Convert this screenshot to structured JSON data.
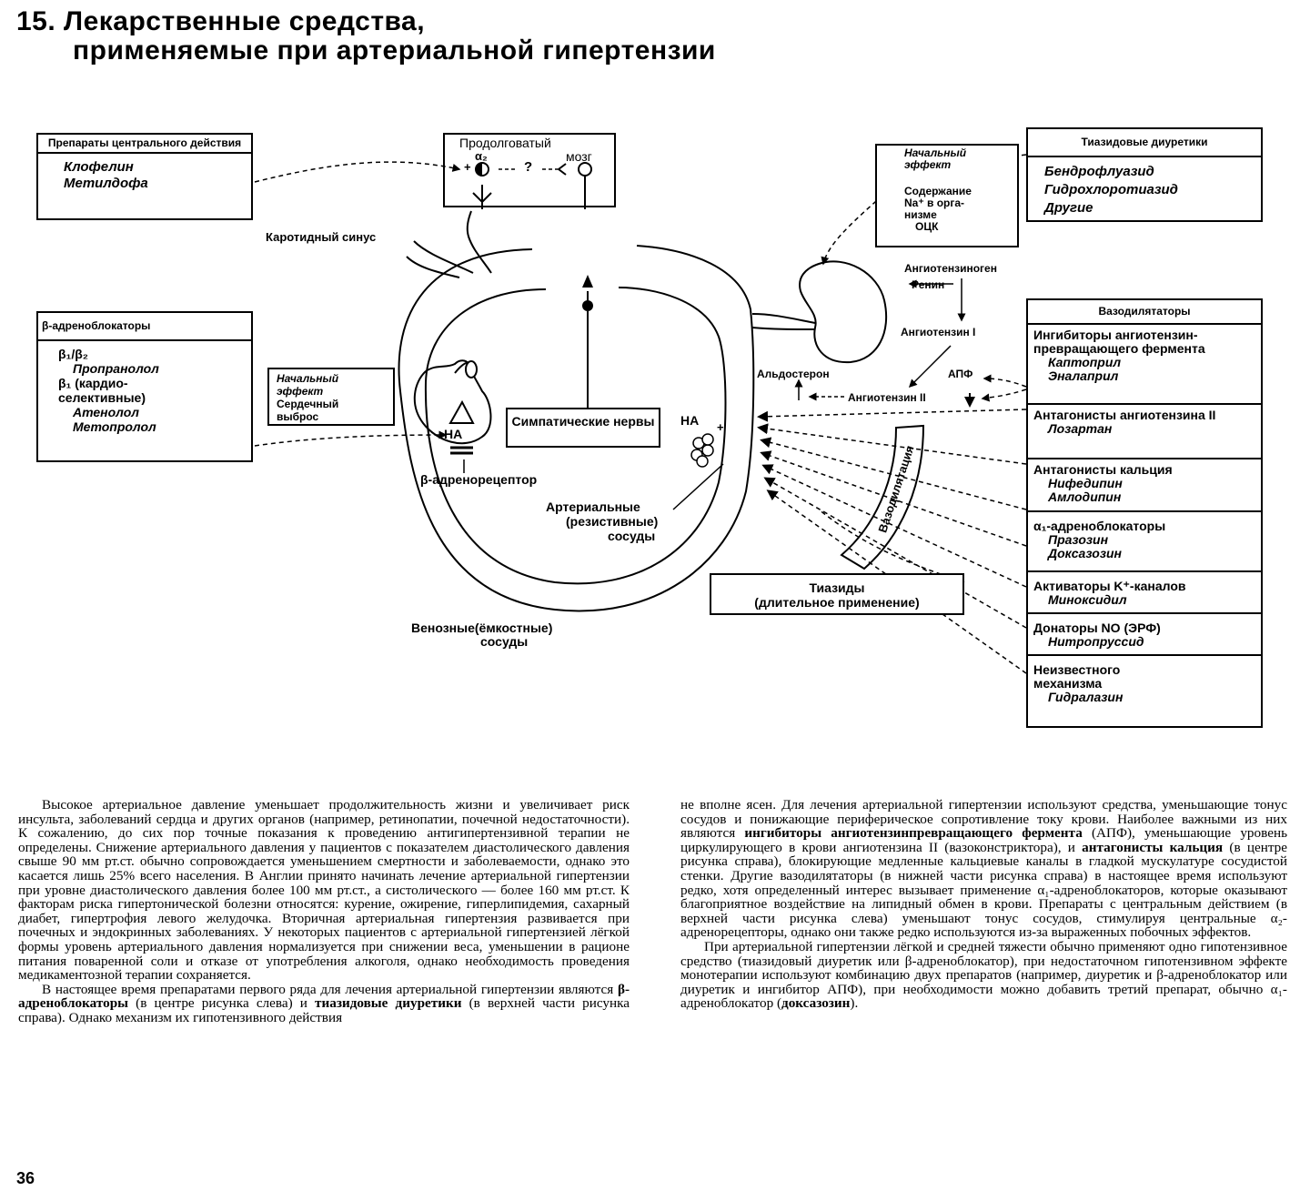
{
  "title": {
    "line1": "15. Лекарственные средства,",
    "line2": "применяемые при артериальной гипертензии"
  },
  "central": {
    "header": "Препараты центрального действия",
    "drugs": [
      "Клофелин",
      "Метилдофа"
    ]
  },
  "beta": {
    "header": "β-адреноблокаторы",
    "group1": "β₁/β₂",
    "drug1": "Пропранолол",
    "group2": "β₁ (кардио-селективные)",
    "drug2": "Атенолол",
    "drug3": "Метопролол"
  },
  "heart_effect": {
    "line1": "Начальный",
    "line2": "эффект",
    "line3": "Сердечный",
    "line4": "выброс"
  },
  "brain": {
    "label1": "Продолговатый",
    "label2": "мозг",
    "alpha": "α₂",
    "question": "?"
  },
  "labels": {
    "carotid": "Каротидный синус",
    "na_left": "НА",
    "na_right": "НА",
    "beta_receptor": "β-адренорецептор",
    "sympathetic": "Симпатические нервы",
    "arterial1": "Артериальные",
    "arterial2": "(резистивные)",
    "arterial3": "сосуды",
    "venous1": "Венозные(ёмкостные)",
    "venous2": "сосуды",
    "angiotensinogen": "Ангиотензиноген",
    "renin": "Ренин",
    "angiotensin1": "Ангиотензин I",
    "aldosterone": "Альдостерон",
    "apf": "АПФ",
    "angiotensin2": "Ангиотензин II",
    "vasodilation": "Вазодилятация"
  },
  "diuretic_effect": {
    "line1": "Начальный",
    "line2": "эффект",
    "line3": "Содержание",
    "line4": "Na⁺ в орга-",
    "line5": "низме",
    "line6": "ОЦК"
  },
  "thiazide": {
    "header": "Тиазидовые диуретики",
    "drugs": [
      "Бендрофлуазид",
      "Гидрохлоротиазид",
      "Другие"
    ]
  },
  "thiazide_long": {
    "line1": "Тиазиды",
    "line2": "(длительное применение)"
  },
  "vasodilators": {
    "header": "Вазодилятаторы",
    "groups": [
      {
        "name": "Ингибиторы ангиотензин-превращающего фермента",
        "drugs": [
          "Каптоприл",
          "Эналаприл"
        ]
      },
      {
        "name": "Антагонисты ангиотензина II",
        "drugs": [
          "Лозартан"
        ]
      },
      {
        "name": "Антагонисты кальция",
        "drugs": [
          "Нифедипин",
          "Амлодипин"
        ]
      },
      {
        "name": "α₁-адреноблокаторы",
        "drugs": [
          "Празозин",
          "Доксазозин"
        ]
      },
      {
        "name": "Активаторы K⁺-каналов",
        "drugs": [
          "Миноксидил"
        ]
      },
      {
        "name": "Донаторы NO (ЭРФ)",
        "drugs": [
          "Нитропруссид"
        ]
      },
      {
        "name": "Неизвестного механизма",
        "drugs": [
          "Гидралазин"
        ]
      }
    ]
  },
  "text": {
    "left_p1": "Высокое артериальное давление уменьшает продолжительность жизни и увеличивает риск инсульта, заболеваний сердца и других органов (например, ретинопатии, почечной недостаточности). К сожалению, до сих пор точные показания к проведению антигипертензивной терапии не определены. Снижение артериального давления у пациентов с показателем диастолического давления свыше 90 мм рт.ст. обычно сопровождается уменьшением смертности и заболеваемости, однако это касается лишь 25% всего населения. В Англии принято начинать лечение артериальной гипертензии при уровне диастолического давления более 100 мм рт.ст., а систолического — более 160 мм рт.ст. К факторам риска гипертонической болезни относятся: курение, ожирение, гиперлипидемия, сахарный диабет, гипертрофия левого желудочка. Вторичная артериальная гипертензия развивается при почечных и эндокринных заболеваниях. У некоторых пациентов с артериальной гипертензией лёгкой формы уровень артериального давления нормализуется при снижении веса, уменьшении в рационе питания поваренной соли и отказе от употребления алкоголя, однако необходимость проведения медикаментозной терапии сохраняется.",
    "left_p2a": "В настоящее время препаратами первого ряда для лечения артериальной гипертензии являются ",
    "left_p2b": "β-адреноблокаторы",
    "left_p2c": " (в центре рисунка слева) и ",
    "left_p2d": "тиазидовые диуретики",
    "left_p2e": " (в верхней части рисунка справа). Однако механизм их гипотензивного действия",
    "right_p1a": "не вполне ясен. Для лечения артериальной гипертензии используют средства, уменьшающие тонус сосудов и понижающие периферическое сопротивление току крови. Наиболее важными из них являются ",
    "right_p1b": "ингибиторы ангиотензинпревращающего фермента",
    "right_p1c": " (АПФ), уменьшающие уровень циркулирующего в крови ангиотензина II (вазоконстриктора), и ",
    "right_p1d": "антагонисты кальция",
    "right_p1e": " (в центре рисунка справа), блокирующие медленные кальциевые каналы в гладкой мускулатуре сосудистой стенки. Другие вазодилятаторы (в нижней части рисунка справа) в настоящее время используют редко, хотя определенный интерес вызывает применение α₁-адреноблокаторов, которые оказывают благоприятное воздействие на липидный обмен в крови. Препараты с центральным действием (в верхней части рисунка слева) уменьшают тонус сосудов, стимулируя центральные α₂-адренорецепторы, однако они также редко используются из-за выраженных побочных эффектов.",
    "right_p2a": "При артериальной гипертензии лёгкой и средней тяжести обычно применяют одно гипотензивное средство (тиазидовый диуретик или β-адреноблокатор), при недостаточном гипотензивном эффекте монотерапии используют комбинацию двух препаратов (например, диуретик и β-адреноблокатор или диуретик и ингибитор АПФ), при необходимости можно добавить третий препарат, обычно α₁-адреноблокатор (",
    "right_p2b": "доксазозин",
    "right_p2c": ")."
  },
  "page_number": "36"
}
